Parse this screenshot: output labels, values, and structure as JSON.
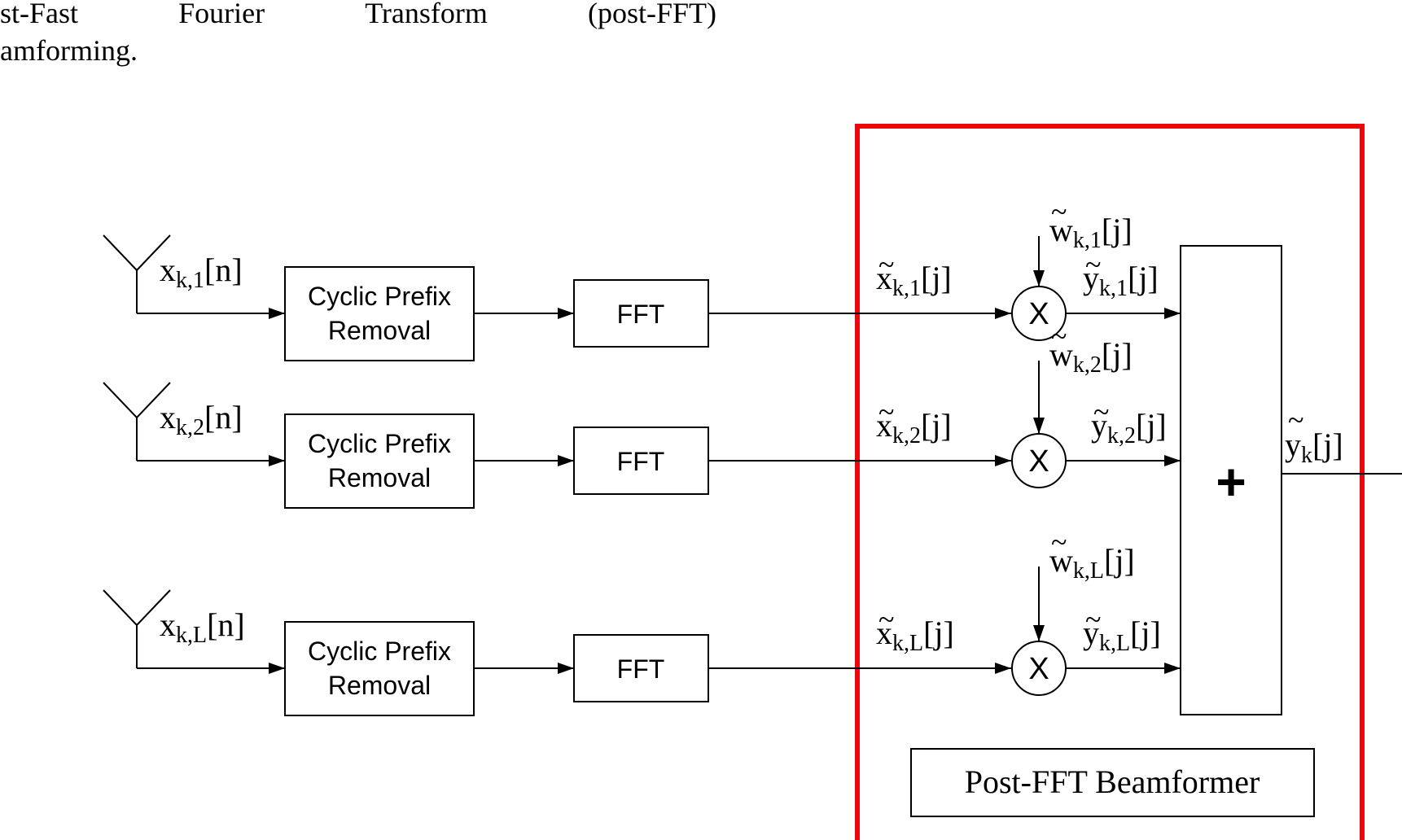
{
  "caption": {
    "line1_words": [
      "st-Fast",
      "Fourier",
      "Transform",
      "(post-FFT)"
    ],
    "line2": "amforming."
  },
  "colors": {
    "stroke": "#000000",
    "highlight": "#e8080c",
    "background": "#ffffff"
  },
  "branches": [
    {
      "input_label": "x",
      "input_sub": "k,1",
      "input_arg": "[n]",
      "cp_line1": "Cyclic Prefix",
      "cp_line2": "Removal",
      "fft_label": "FFT",
      "freq_label": "x",
      "freq_sub": "k,1",
      "freq_arg": "[j]",
      "weight_label": "w",
      "weight_sub": "k,1",
      "weight_arg": "[j]",
      "mult_symbol": "X",
      "out_label": "y",
      "out_sub": "k,1",
      "out_arg": "[j]"
    },
    {
      "input_label": "x",
      "input_sub": "k,2",
      "input_arg": "[n]",
      "cp_line1": "Cyclic Prefix",
      "cp_line2": "Removal",
      "fft_label": "FFT",
      "freq_label": "x",
      "freq_sub": "k,2",
      "freq_arg": "[j]",
      "weight_label": "w",
      "weight_sub": "k,2",
      "weight_arg": "[j]",
      "mult_symbol": "X",
      "out_label": "y",
      "out_sub": "k,2",
      "out_arg": "[j]"
    },
    {
      "input_label": "x",
      "input_sub": "k,L",
      "input_arg": "[n]",
      "cp_line1": "Cyclic Prefix",
      "cp_line2": "Removal",
      "fft_label": "FFT",
      "freq_label": "x",
      "freq_sub": "k,L",
      "freq_arg": "[j]",
      "weight_label": "w",
      "weight_sub": "k,L",
      "weight_arg": "[j]",
      "mult_symbol": "X",
      "out_label": "y",
      "out_sub": "k,L",
      "out_arg": "[j]"
    }
  ],
  "summer": {
    "symbol": "+"
  },
  "output": {
    "label": "y",
    "sub": "k",
    "arg": "[j]"
  },
  "beamformer_label": "Post-FFT Beamformer"
}
